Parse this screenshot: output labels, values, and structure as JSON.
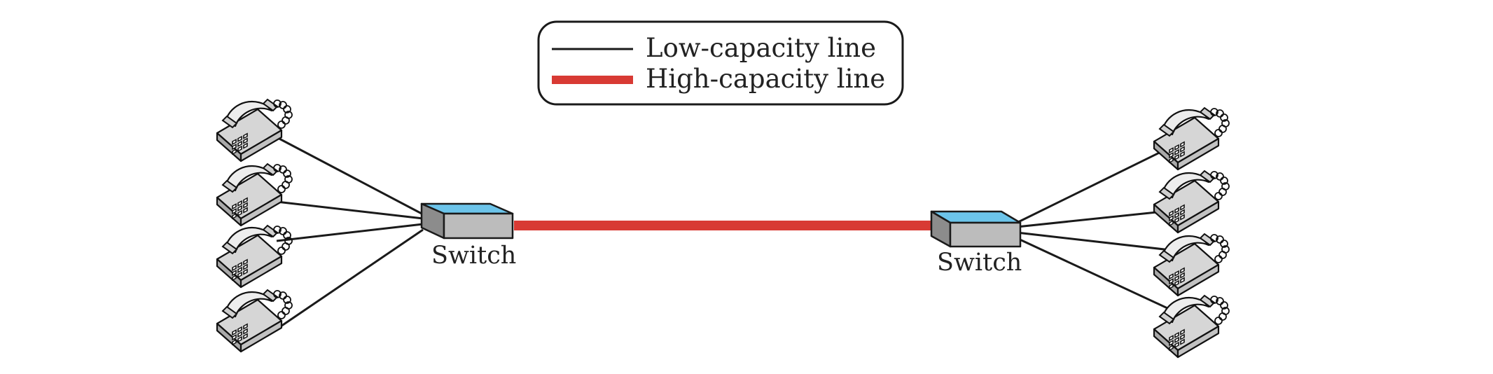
{
  "legend": {
    "low_label": "Low-capacity line",
    "high_label": "High-capacity line"
  },
  "switches": {
    "left_label": "Switch",
    "right_label": "Switch"
  },
  "colors": {
    "low_line": "#1a1a1a",
    "high_line": "#d83a34",
    "switch_top": "#6cc4ea",
    "switch_front": "#bcbcbc",
    "switch_side": "#8c8c8c",
    "phone_body": "#d6d6d6"
  },
  "icons": {
    "telephone": "telephone-icon",
    "switch": "switch-icon"
  }
}
